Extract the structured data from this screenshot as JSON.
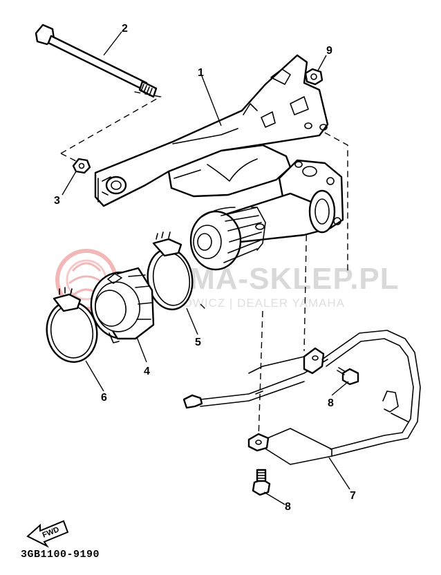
{
  "diagram": {
    "code": "3GB1100-9190",
    "forward_label": "FWD",
    "callouts": {
      "p1": "1",
      "p2": "2",
      "p3": "3",
      "p4": "4",
      "p5": "5",
      "p6": "6",
      "p7": "7",
      "p8a": "8",
      "p8b": "8",
      "p9": "9"
    }
  },
  "watermark": {
    "brand": "YAMA-SKLEP.PL",
    "subtitle": "CHOWICZ | DEALER YAMAHA",
    "color": "#d9d9d9",
    "logo_color": "#f2b8b8"
  }
}
